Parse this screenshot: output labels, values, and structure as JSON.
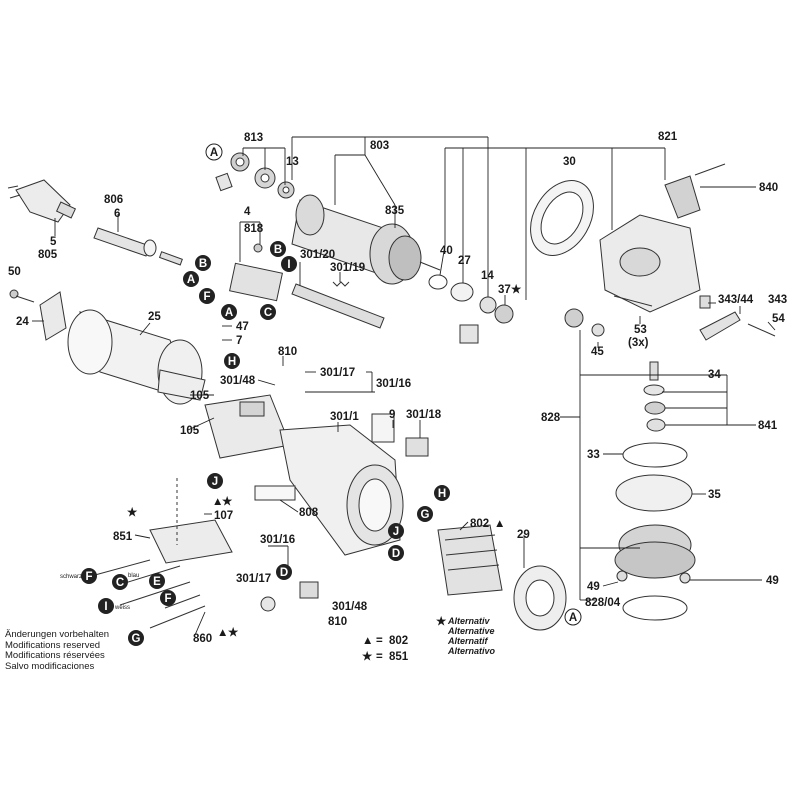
{
  "parts": {
    "p813": "813",
    "p13": "13",
    "p803": "803",
    "p821": "821",
    "p30": "30",
    "p840": "840",
    "p806": "806",
    "p6": "6",
    "p5": "5",
    "p805": "805",
    "p4": "4",
    "p818": "818",
    "p835": "835",
    "p40": "40",
    "p27": "27",
    "p14": "14",
    "p37": "37",
    "p301_20": "301/20",
    "p301_19": "301/19",
    "p50": "50",
    "p24": "24",
    "p25": "25",
    "p47": "47",
    "p7": "7",
    "p810": "810",
    "p301_17": "301/17",
    "p301_48": "301/48",
    "p301_16": "301/16",
    "p105": "105",
    "p9": "9",
    "p301_18": "301/18",
    "p301_1": "301/1",
    "p107": "107",
    "p808": "808",
    "p851": "851",
    "p802": "802",
    "p29": "29",
    "p860": "860",
    "p45": "45",
    "p53": "53",
    "p3x": "(3x)",
    "p343_44": "343/44",
    "p343": "343",
    "p54": "54",
    "p828": "828",
    "p34": "34",
    "p841": "841",
    "p33": "33",
    "p35": "35",
    "p49": "49",
    "p828_04": "828/04"
  },
  "markers": {
    "A": "A",
    "B": "B",
    "C": "C",
    "D": "D",
    "E": "E",
    "F": "F",
    "G": "G",
    "H": "H",
    "I": "I",
    "J": "J"
  },
  "wire_labels": {
    "schwarz": "schwarz",
    "blau": "blau",
    "weiss": "weiss"
  },
  "notes": [
    "Änderungen vorbehalten",
    "Modifications reserved",
    "Modifications réservées",
    "Salvo modificaciones"
  ],
  "legend": {
    "triangle_ref": "802",
    "star_ref": "851"
  },
  "alternative": [
    "Alternativ",
    "Alternative",
    "Alternatif",
    "Alternativo"
  ],
  "symbols": {
    "triangle": "▲",
    "star": "★",
    "equals": "="
  }
}
